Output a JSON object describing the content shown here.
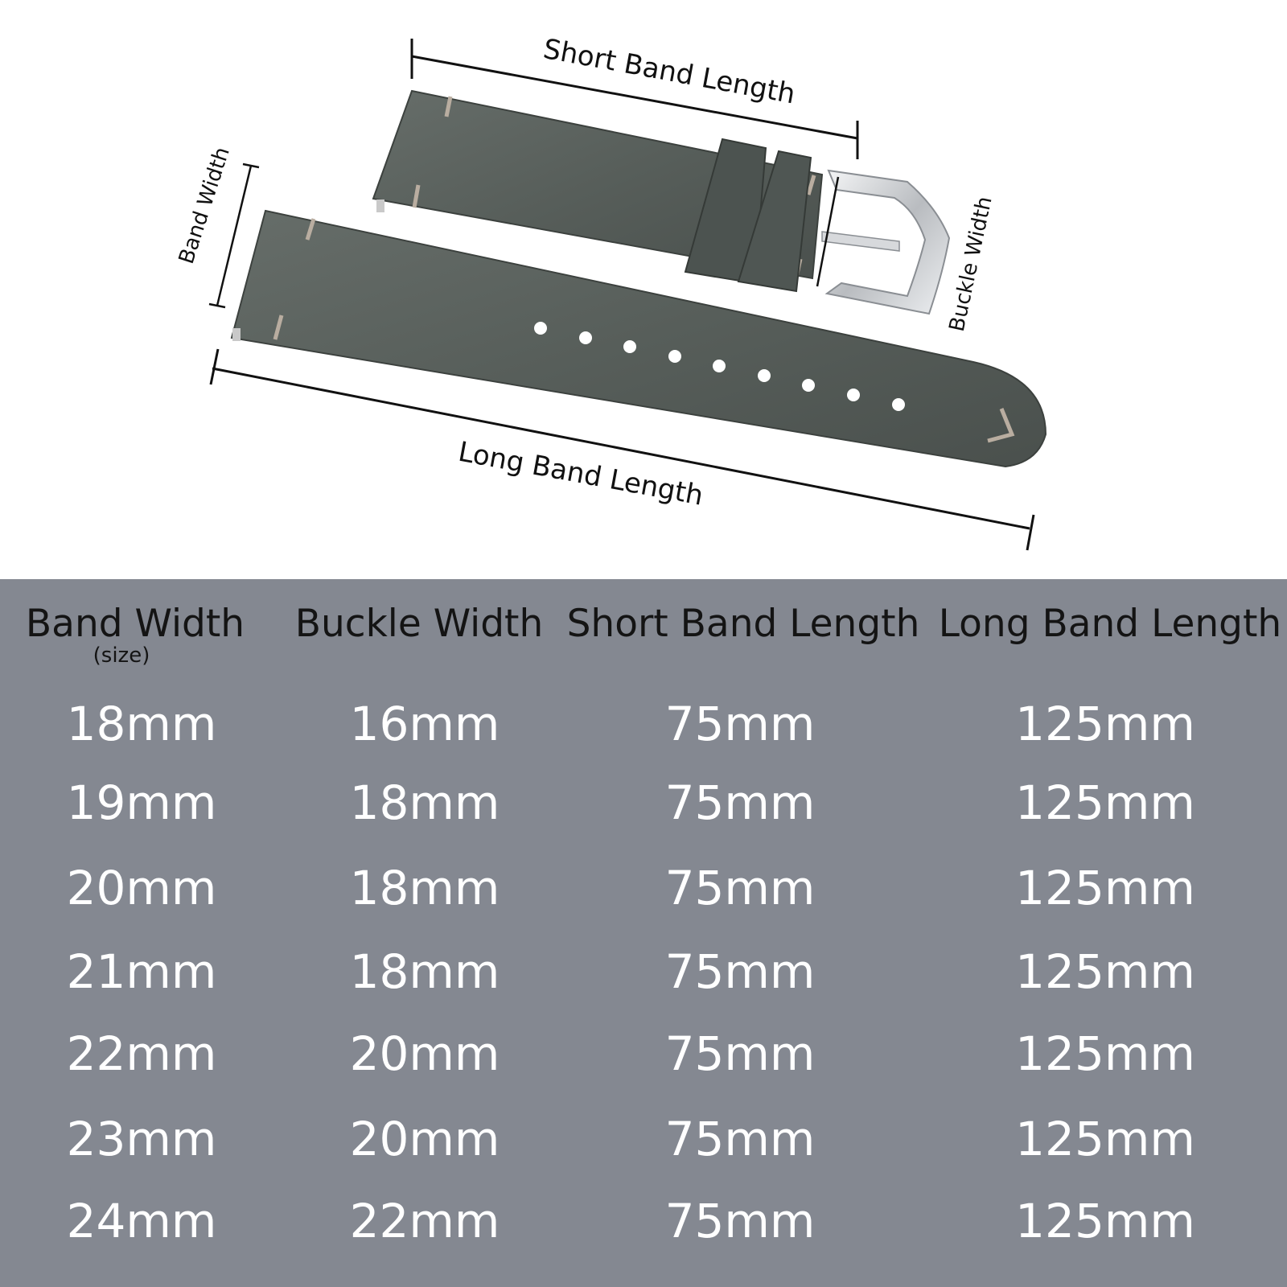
{
  "diagram": {
    "labels": {
      "short_band_length": "Short Band Length",
      "long_band_length": "Long Band Length",
      "band_width": "Band Width",
      "buckle_width": "Buckle Width"
    },
    "colors": {
      "leather": "#555c58",
      "stitch": "#b9ada0",
      "buckle": "#d9dbdd",
      "line": "#111111"
    }
  },
  "table": {
    "headers": [
      "Band Width",
      "Buckle Width",
      "Short Band Length",
      "Long Band Length"
    ],
    "subheader": "(size)",
    "rows": [
      [
        "18mm",
        "16mm",
        "75mm",
        "125mm"
      ],
      [
        "19mm",
        "18mm",
        "75mm",
        "125mm"
      ],
      [
        "20mm",
        "18mm",
        "75mm",
        "125mm"
      ],
      [
        "21mm",
        "18mm",
        "75mm",
        "125mm"
      ],
      [
        "22mm",
        "20mm",
        "75mm",
        "125mm"
      ],
      [
        "23mm",
        "20mm",
        "75mm",
        "125mm"
      ],
      [
        "24mm",
        "22mm",
        "75mm",
        "125mm"
      ]
    ],
    "colors": {
      "background": "#848891",
      "header_text": "#141414",
      "cell_text": "#ffffff"
    }
  }
}
